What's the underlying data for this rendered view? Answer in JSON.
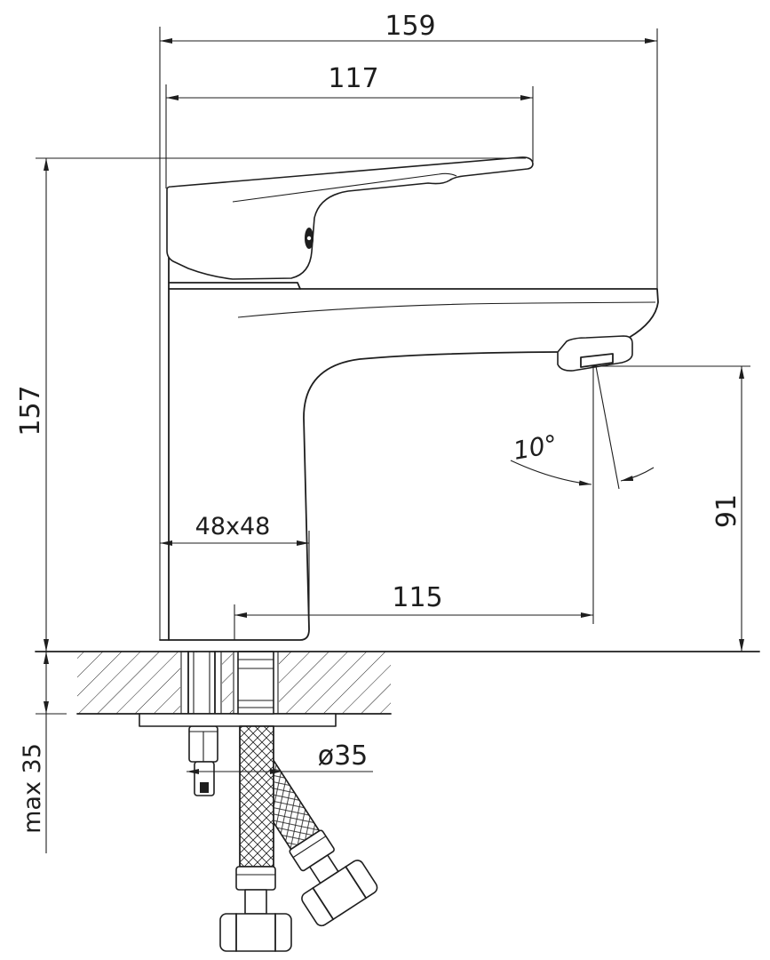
{
  "colors": {
    "line": "#1e1e1e",
    "background": "#ffffff"
  },
  "dimensions": {
    "overall_width": "159",
    "lever_length": "117",
    "overall_height": "157",
    "base_size": "48x48",
    "spout_reach": "115",
    "outlet_height": "91",
    "spray_angle": "10°",
    "hole_diameter": "ø35",
    "max_thickness": "max 35"
  }
}
